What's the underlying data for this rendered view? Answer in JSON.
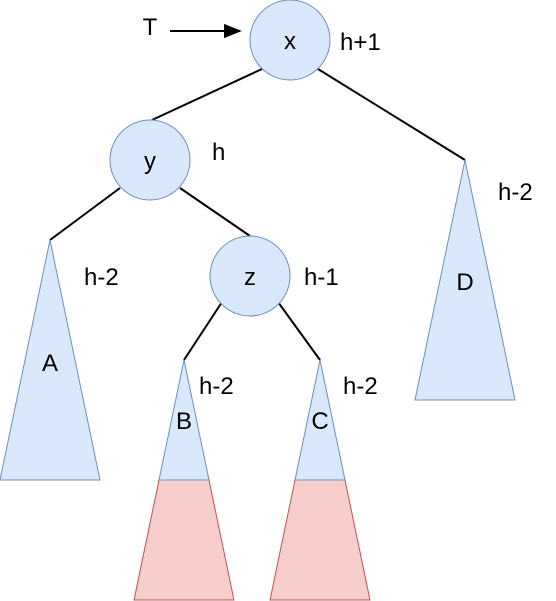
{
  "pointer": {
    "label": "T"
  },
  "nodes": {
    "x": {
      "label": "x",
      "height": "h+1"
    },
    "y": {
      "label": "y",
      "height": "h"
    },
    "z": {
      "label": "z",
      "height": "h-1"
    }
  },
  "subtrees": {
    "A": {
      "label": "A",
      "height": "h-2"
    },
    "B": {
      "label": "B",
      "height": "h-2"
    },
    "C": {
      "label": "C",
      "height": "h-2"
    },
    "D": {
      "label": "D",
      "height": "h-2"
    }
  },
  "colors": {
    "node_fill": "#dae8fc",
    "node_stroke": "#6c8ebf",
    "extension_fill": "#f8cecc",
    "extension_stroke": "#b85450"
  }
}
